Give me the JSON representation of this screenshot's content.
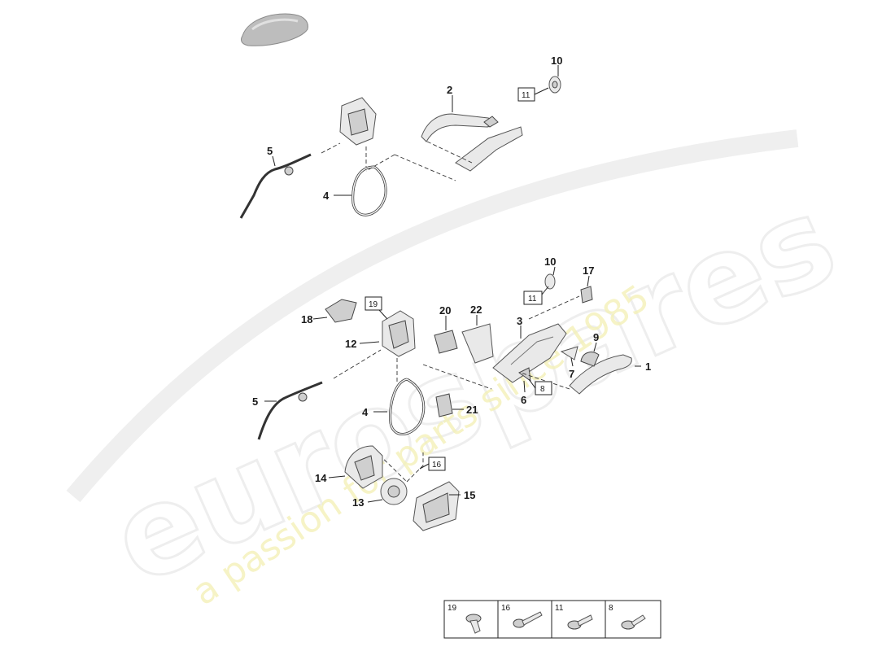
{
  "watermark": {
    "brand": "eurospares",
    "tagline": "a passion for parts since 1985"
  },
  "callouts": {
    "c1": "1",
    "c2": "2",
    "c3": "3",
    "c4a": "4",
    "c4b": "4",
    "c5a": "5",
    "c5b": "5",
    "c6": "6",
    "c7": "7",
    "c9": "9",
    "c10a": "10",
    "c10b": "10",
    "c12": "12",
    "c13": "13",
    "c14": "14",
    "c15": "15",
    "c17": "17",
    "c18": "18",
    "c20": "20",
    "c21": "21",
    "c22": "22"
  },
  "boxed_refs": {
    "b11a": "11",
    "b11b": "11",
    "b19": "19",
    "b8": "8",
    "b16": "16"
  },
  "fastener_table": [
    {
      "number": "19",
      "icon": "screw-19-icon"
    },
    {
      "number": "16",
      "icon": "screw-16-icon"
    },
    {
      "number": "11",
      "icon": "screw-11-icon"
    },
    {
      "number": "8",
      "icon": "screw-8-icon"
    }
  ]
}
